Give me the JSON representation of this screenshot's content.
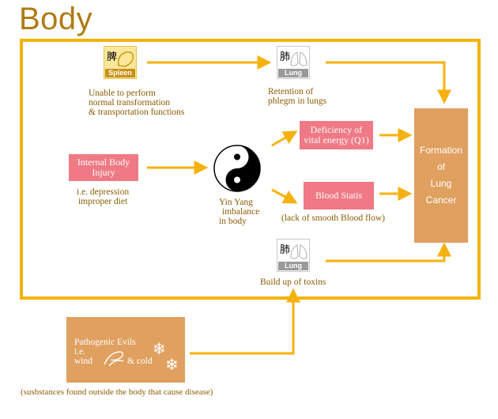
{
  "page_title": "Body",
  "spleen": {
    "glyph": "脾",
    "tag": "Spleen",
    "caption": [
      "Unable to perform",
      "normal transformation",
      "& transportation functions"
    ]
  },
  "lung_top": {
    "glyph": "肺",
    "tag": "Lung",
    "caption": [
      "Retention of",
      "phlegm in lungs"
    ]
  },
  "lung_bottom": {
    "glyph": "肺",
    "tag": "Lung",
    "caption": "Build up of toxins"
  },
  "internal_injury": {
    "box": [
      "Internal Body",
      "Injury"
    ],
    "caption": [
      "i.e. depression",
      "improper diet"
    ]
  },
  "yin_yang": {
    "caption": [
      "Yin Yang",
      "imbalance",
      "in body"
    ]
  },
  "deficiency": {
    "box": [
      "Deficiency of",
      "vital energy (Q1)"
    ]
  },
  "blood_statis": {
    "box": "Blood Statis",
    "caption": "(lack of smooth Blood flow)"
  },
  "cancer": {
    "lines": [
      "Formation",
      "of",
      "Lung",
      "Cancer"
    ]
  },
  "pathogenic": {
    "line1": "Pathogenic Evils",
    "line2": "i.e.",
    "line3a": "wind",
    "line3b": "& cold",
    "footnote": "(susbstances found outside the body that cause disease)"
  },
  "colors": {
    "frame": "#f5b20e",
    "arrow": "#f5b20e",
    "pink_box": "#ef7a85",
    "tan_box": "#e0a060",
    "text": "#8a5a00"
  }
}
